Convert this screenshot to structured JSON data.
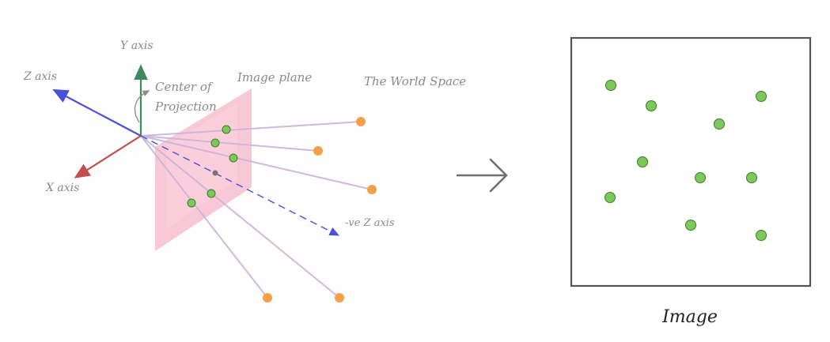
{
  "labels": {
    "y_axis": "Y axis",
    "z_axis": "Z axis",
    "x_axis": "X axis",
    "center_of_projection_line1": "Center of",
    "center_of_projection_line2": "Projection",
    "image_plane": "Image plane",
    "world_space": "The World Space",
    "neg_z_axis": "-ve Z axis",
    "image_caption": "Image"
  },
  "colors": {
    "y_axis": "#3f8a5c",
    "z_axis": "#4a4fd8",
    "x_axis": "#c0504d",
    "image_plane_fill": "#f7b6c8",
    "projection_ray": "#c6b3dc",
    "world_point": "#f4a04a",
    "image_point": "#7cc95a",
    "image_point_stroke": "#3d7a2a",
    "frame": "#555555",
    "annotation_text": "#8a8a8a",
    "caption_text": "#222222"
  },
  "icons": {
    "transition_arrow": "chevron-right-arrow-icon"
  }
}
